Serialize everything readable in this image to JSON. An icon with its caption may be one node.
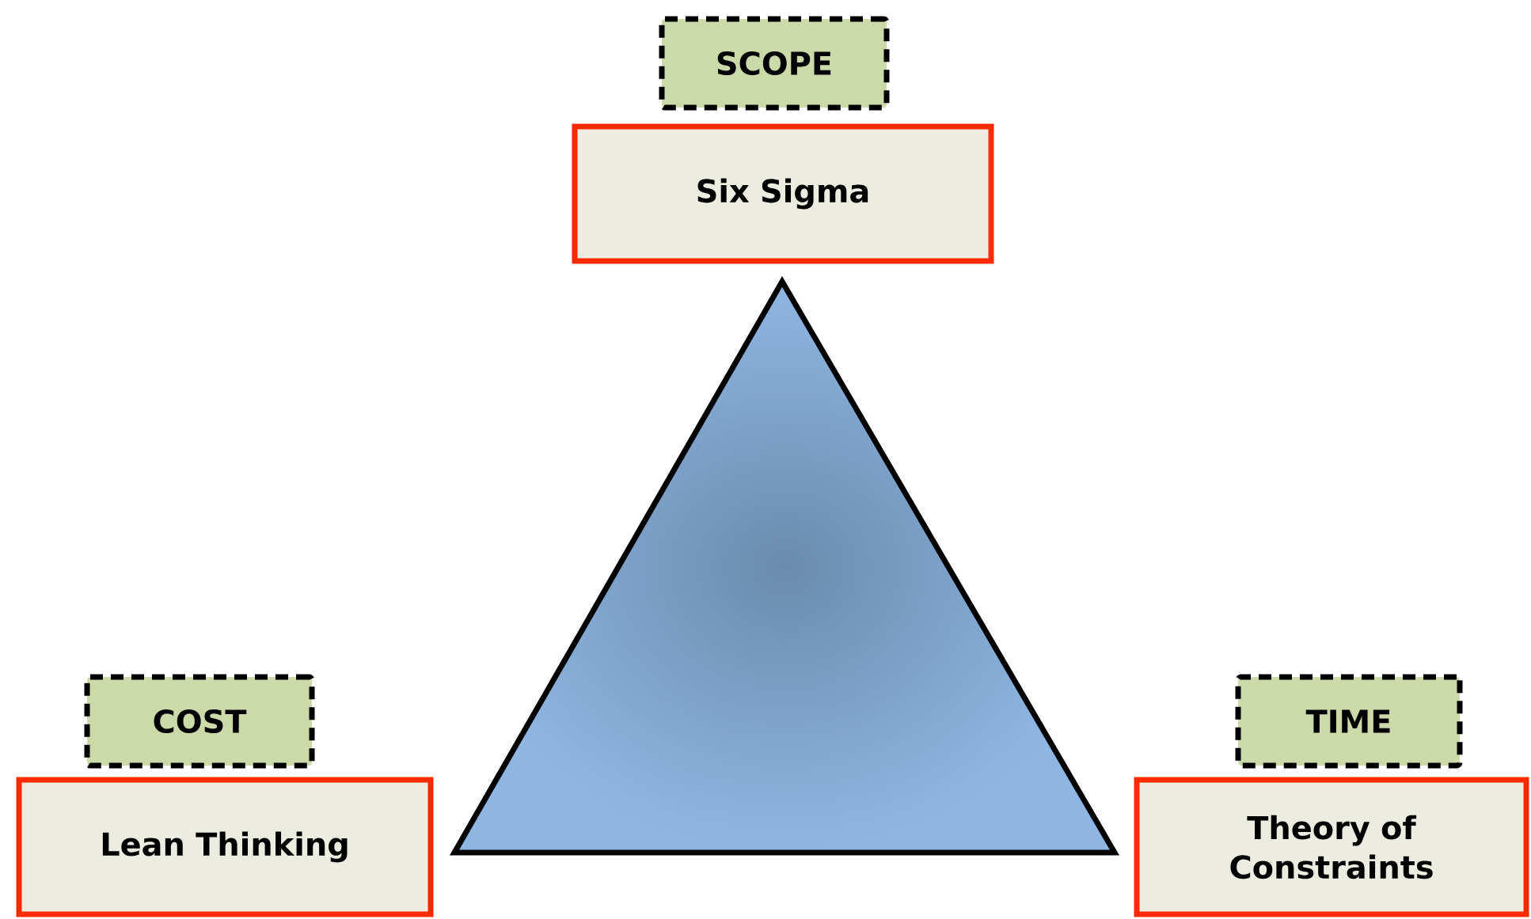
{
  "diagram": {
    "nodes": [
      {
        "text": [
          "SCOPE"
        ]
      },
      {
        "text": [
          "Six Sigma"
        ]
      },
      {
        "text": [
          "COST"
        ]
      },
      {
        "text": [
          "Lean Thinking"
        ]
      },
      {
        "text": [
          "TIME"
        ]
      },
      {
        "text": [
          "Theory of Constraints"
        ]
      }
    ]
  }
}
